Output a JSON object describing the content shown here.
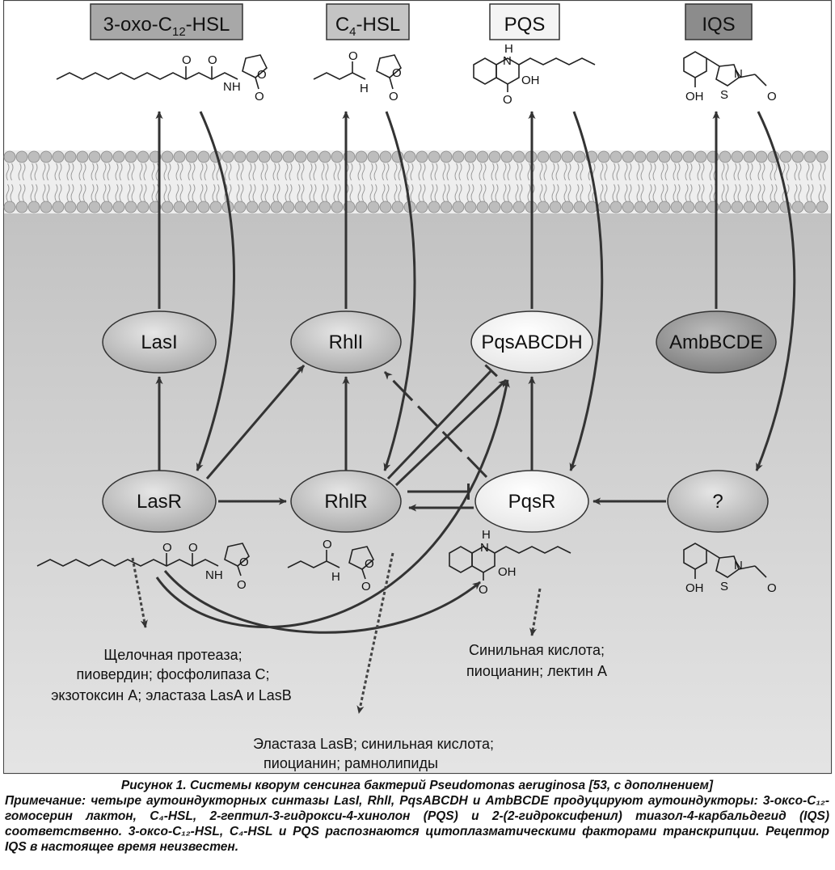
{
  "signals": {
    "las": {
      "label_pre": "3-oxo-C",
      "label_sub": "12",
      "label_post": "-HSL",
      "fill": "#a8a8a8"
    },
    "rhl": {
      "label_pre": "C",
      "label_sub": "4",
      "label_post": "-HSL",
      "fill": "#c4c4c4"
    },
    "pqs": {
      "label": "PQS",
      "fill": "#f4f4f4"
    },
    "iqs": {
      "label": "IQS",
      "fill": "#8c8c8c"
    }
  },
  "enzymes": {
    "lasI": "LasI",
    "rhlI": "RhlI",
    "pqsABCDH": "PqsABCDH",
    "ambBCDE": "AmbBCDE"
  },
  "regulators": {
    "lasR": "LasR",
    "rhlR": "RhlR",
    "pqsR": "PqsR",
    "unknown": "?"
  },
  "chem_labels": {
    "oxo": "O",
    "nh": "NH",
    "n_h": "N",
    "h": "H",
    "oh": "OH",
    "s": "S",
    "n": "N"
  },
  "outputs": {
    "las": [
      "Щелочная протеаза;",
      "пиовердин; фосфолипаза C;",
      "экзотоксин A;  эластаза LasA и LasB"
    ],
    "pqs": [
      "Синильная кислота;",
      "пиоцианин; лектин A"
    ],
    "rhl": [
      "Эластаза LasB; синильная кислота;",
      "пиоцианин;  рамнолипиды"
    ]
  },
  "colors": {
    "cytoplasm": "#d0d0d0",
    "membrane_head": "#b0b0b0",
    "ellipse_gray": "#c6c6c6",
    "ellipse_dark": "#9a9a9a",
    "ellipse_light": "#f5f5f5",
    "arrow": "#333333"
  },
  "caption": {
    "title": "Рисунок 1. Системы кворум сенсинга бактерий Pseudomonas aeruginosa [53, с дополнением]",
    "note": "Примечание: четыре аутоиндукторных синтазы LasI, RhlI, PqsABCDH и AmbBCDE продуцируют аутоиндукторы: 3-оксо-C₁₂-гомосерин лактон, C₄-HSL, 2-гептил-3-гидрокси-4-хинолон (PQS) и 2-(2-гидроксифенил) тиазол-4-карбальдегид (IQS) соответственно. 3-оксо-C₁₂-HSL, C₄-HSL и PQS распознаются цитоплазматическими факторами транскрипции. Рецептор IQS в настоящее время неизвестен."
  }
}
